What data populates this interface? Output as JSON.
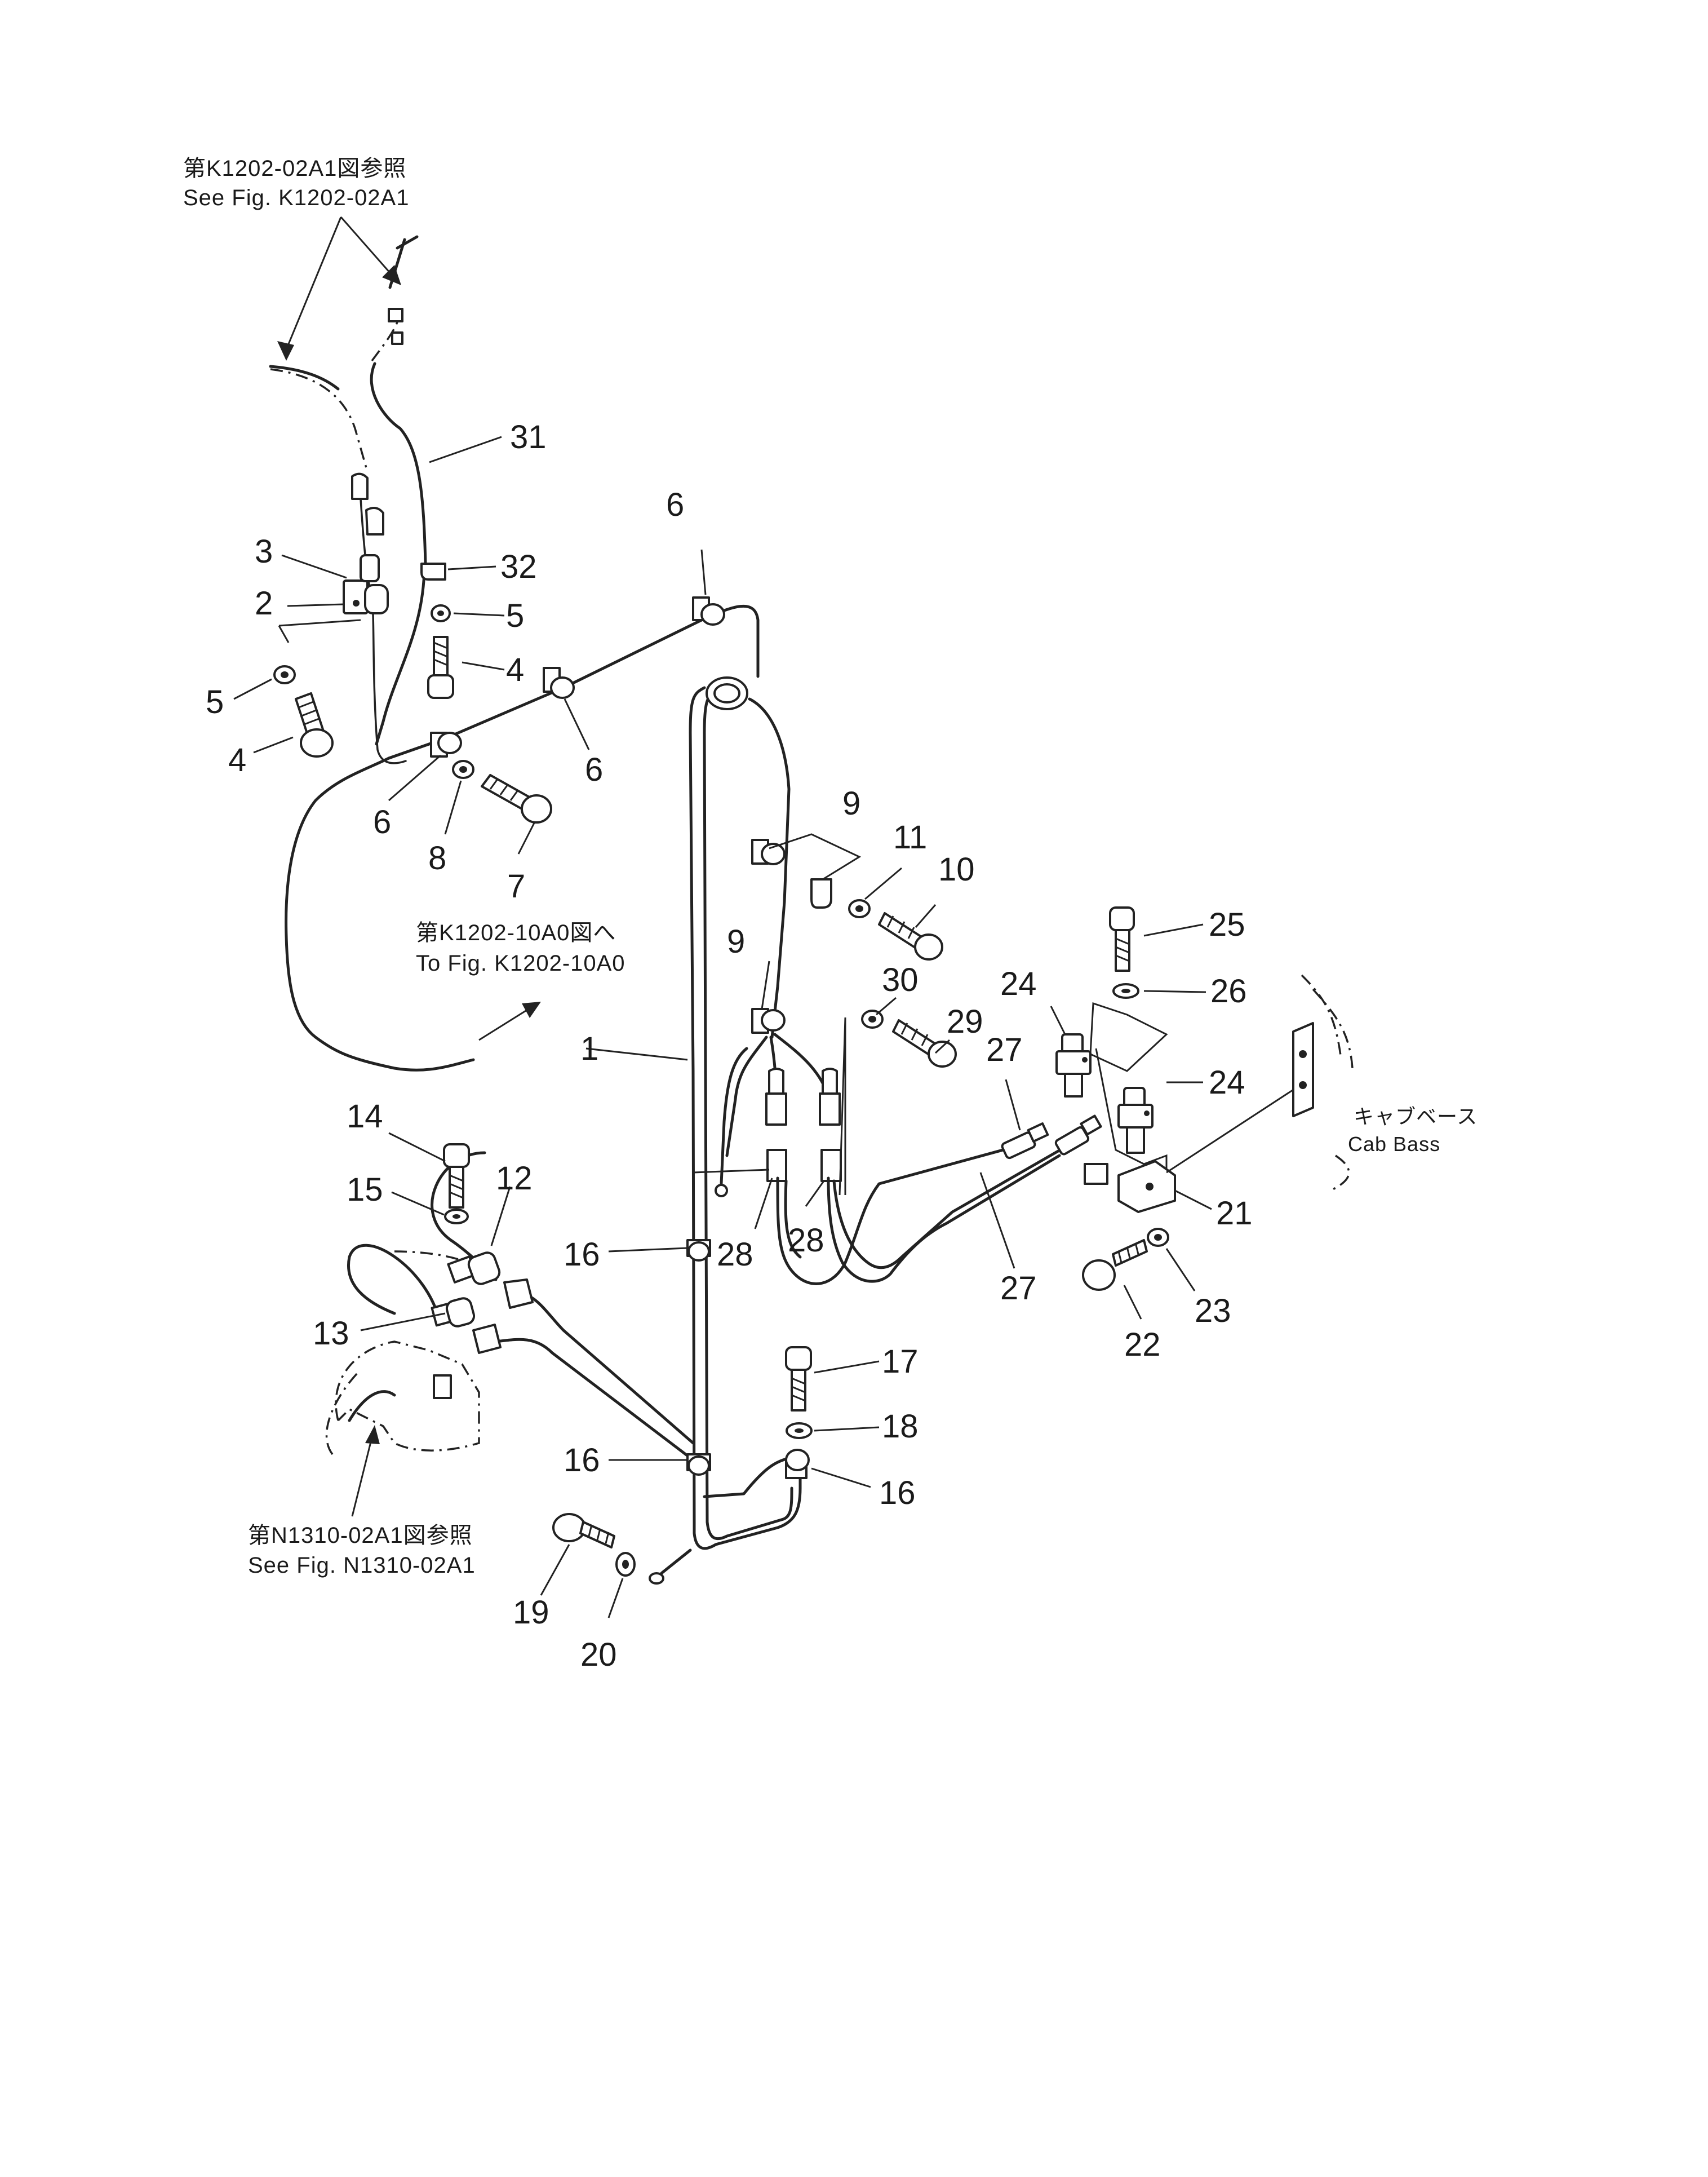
{
  "references": {
    "top_jp": "第K1202-02A1図参照",
    "top_en": "See  Fig. K1202-02A1",
    "mid_jp": "第K1202-10A0図へ",
    "mid_en": "To  Fig. K1202-10A0",
    "bottom_jp": "第N1310-02A1図参照",
    "bottom_en": "See  Fig. N1310-02A1",
    "cab_jp": "キャブベース",
    "cab_en": "Cab  Bass"
  },
  "callouts": {
    "c1": "1",
    "c2": "2",
    "c3": "3",
    "c4a": "4",
    "c4b": "4",
    "c5a": "5",
    "c5b": "5",
    "c6a": "6",
    "c6b": "6",
    "c6c": "6",
    "c7": "7",
    "c8": "8",
    "c9a": "9",
    "c9b": "9",
    "c10": "10",
    "c11": "11",
    "c12": "12",
    "c13": "13",
    "c14": "14",
    "c15": "15",
    "c16a": "16",
    "c16b": "16",
    "c16c": "16",
    "c17": "17",
    "c18": "18",
    "c19": "19",
    "c20": "20",
    "c21": "21",
    "c22": "22",
    "c23": "23",
    "c24a": "24",
    "c24b": "24",
    "c25": "25",
    "c26": "26",
    "c27a": "27",
    "c27b": "27",
    "c28a": "28",
    "c28b": "28",
    "c29": "29",
    "c30": "30",
    "c31": "31",
    "c32": "32"
  }
}
